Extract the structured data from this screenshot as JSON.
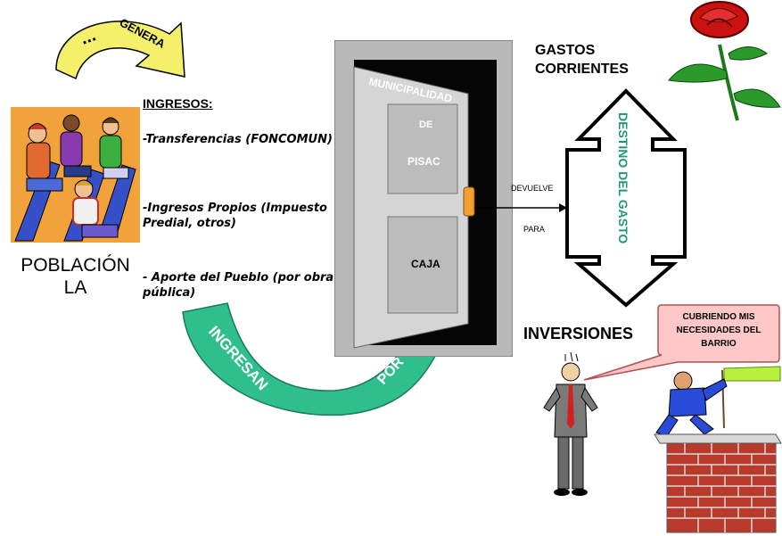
{
  "genera": {
    "dots": "...",
    "word": "GENERA"
  },
  "ingresos": {
    "heading": "INGRESOS:",
    "items": [
      "-Transferencias (FONCOMUN)",
      "-Ingresos Propios (Impuesto Predial, otros)",
      "- Aporte del Pueblo (por obra pública)"
    ]
  },
  "poblacion": {
    "line1": "POBLACIÓN",
    "line2": "LA"
  },
  "door": {
    "sign1": "MUNICIPALIDAD",
    "sign2": "DE",
    "sign3": "PISAC",
    "sign4": "CAJA"
  },
  "arrow": {
    "left_word": "INGRESAN",
    "right_word": "POR"
  },
  "devuelve": {
    "word1": "DEVUELVE",
    "word2": "PARA"
  },
  "destino": {
    "label": "DESTINO DEL GASTO"
  },
  "gastos": {
    "line1": "GASTOS",
    "line2": "CORRIENTES"
  },
  "inversiones": {
    "label": "INVERSIONES"
  },
  "bubble": {
    "line1": "CUBRIENDO MIS",
    "line2": "NECESIDADES DEL",
    "line3": "BARRIO"
  },
  "colors": {
    "genera_arrow": "#f4f06a",
    "green_arrow": "#2fbf8c",
    "door_frame": "#b9b9b9",
    "rose": "#cc1111",
    "bubble": "#ffc7c7",
    "brick": "#b83a2a"
  }
}
